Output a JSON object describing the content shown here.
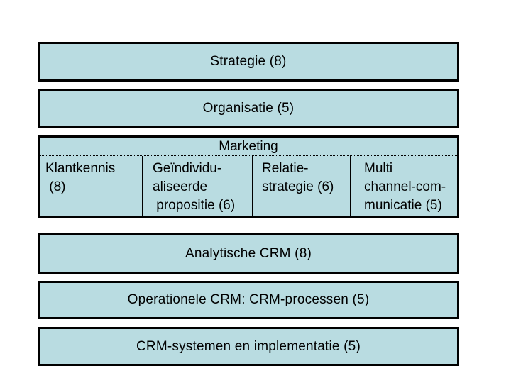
{
  "colors": {
    "background": "#ffffff",
    "box_fill": "#b9dce1",
    "box_border": "#000000",
    "text": "#000000"
  },
  "boxes": {
    "strategie": {
      "label": "Strategie (8)"
    },
    "organisatie": {
      "label": "Organisatie (5)"
    },
    "marketing": {
      "title": "Marketing",
      "cells": [
        {
          "id": "klantkennis",
          "lines": [
            "Klantkennis",
            " (8)"
          ]
        },
        {
          "id": "propositie",
          "lines": [
            "Geïndividu-",
            "aliseerde",
            " propositie (6)"
          ]
        },
        {
          "id": "relatie",
          "lines": [
            "Relatie-",
            "strategie (6)"
          ]
        },
        {
          "id": "multichannel",
          "lines": [
            "Multi",
            "channel-com-",
            "municatie (5)"
          ]
        }
      ]
    },
    "analytisch": {
      "label": "Analytische CRM (8)"
    },
    "operationeel": {
      "label": "Operationele CRM: CRM-processen (5)"
    },
    "systemen": {
      "label": "CRM-systemen en implementatie (5)"
    }
  }
}
